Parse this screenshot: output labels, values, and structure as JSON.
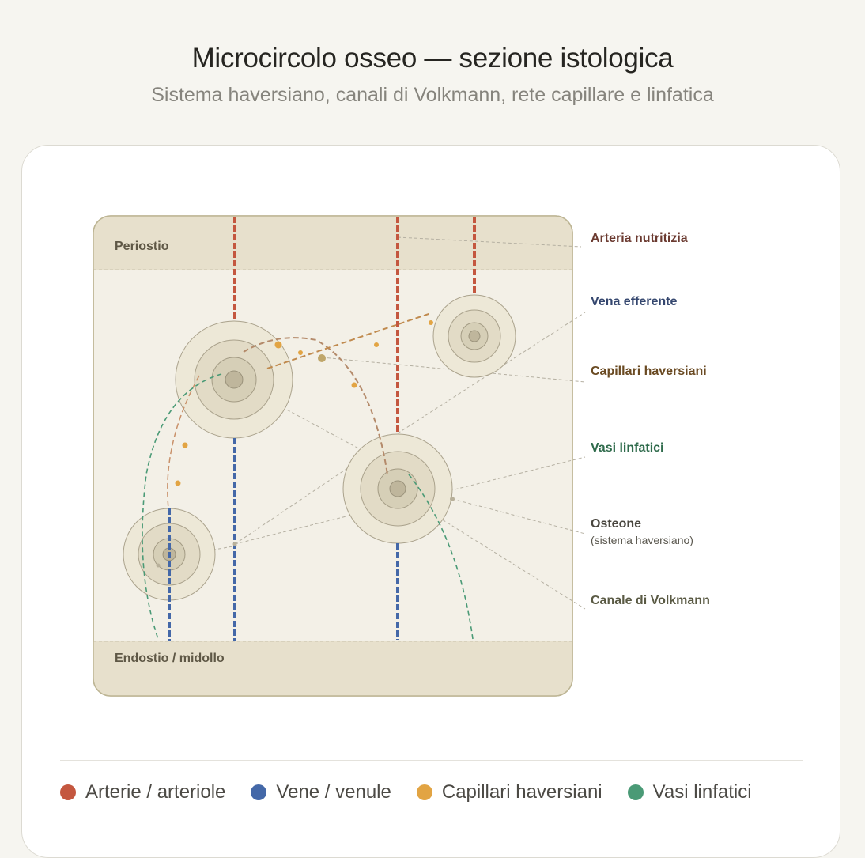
{
  "header": {
    "title": "Microcircolo osseo — sezione istologica",
    "subtitle": "Sistema haversiano, canali di Volkmann, rete capillare e linfatica"
  },
  "zones": {
    "top": "Periostio",
    "bottom": "Endostio / midollo"
  },
  "callouts": [
    {
      "id": "arteria",
      "label": "Arteria nutritizia",
      "color": "#6b3a30"
    },
    {
      "id": "vena",
      "label": "Vena efferente",
      "color": "#34466e"
    },
    {
      "id": "capillari",
      "label": "Capillari haversiani",
      "color": "#6a4a22"
    },
    {
      "id": "linfatici",
      "label": "Vasi linfatici",
      "color": "#2f6b4c"
    },
    {
      "id": "osteone",
      "label": "Osteone",
      "sub": "(sistema haversiano)",
      "color": "#4a4740"
    },
    {
      "id": "volkmann",
      "label": "Canale di Volkmann",
      "color": "#5a5a44"
    }
  ],
  "legend": [
    {
      "label": "Arterie / arteriole",
      "color": "#c4573f"
    },
    {
      "label": "Vene / venule",
      "color": "#4468a8"
    },
    {
      "label": "Capillari haversiani",
      "color": "#e2a443"
    },
    {
      "label": "Vasi linfatici",
      "color": "#4a9a76"
    }
  ],
  "colors": {
    "artery": "#c4573f",
    "vein": "#4468a8",
    "capillary": "#e2a443",
    "lymph": "#4a9a76",
    "bone_bg": "#f3f0e7",
    "zone_bg": "#e7e0cc"
  }
}
